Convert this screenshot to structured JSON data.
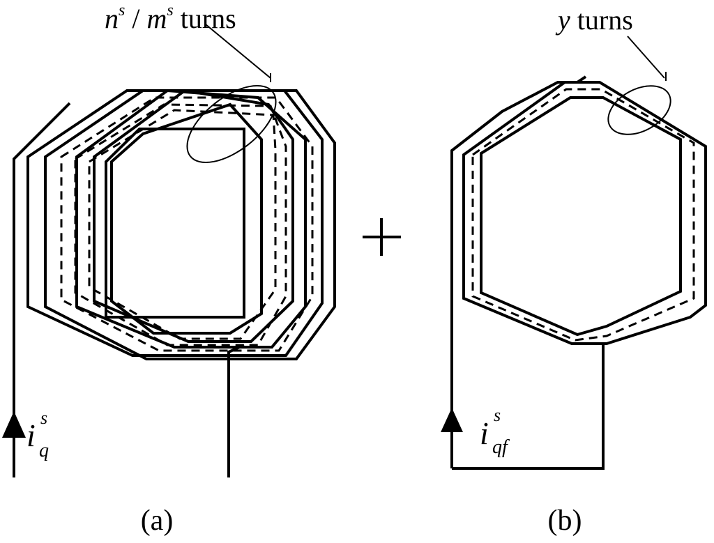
{
  "panels": [
    {
      "id": "a",
      "caption": "(a)",
      "turns_label": {
        "main": "n",
        "sup": "s",
        "sep": " / ",
        "main2": "m",
        "sup2": "s",
        "suffix": " turns"
      },
      "current_label": {
        "main": "i",
        "sup": "s",
        "sub": "q"
      }
    },
    {
      "id": "b",
      "caption": "(b)",
      "turns_label": {
        "main": "y",
        "suffix": " turns"
      },
      "current_label": {
        "main": "i",
        "sup": "s",
        "sub": "qf"
      }
    }
  ],
  "operator": "+"
}
